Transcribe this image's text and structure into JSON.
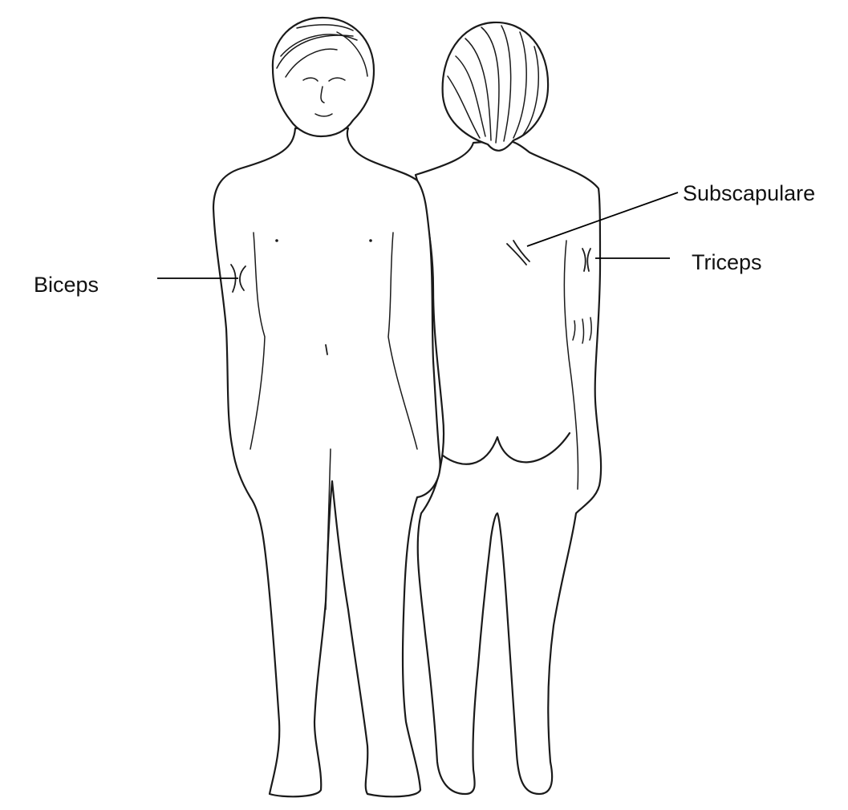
{
  "figure": {
    "labels": {
      "biceps": "Biceps",
      "triceps": "Triceps",
      "subscapulare": "Subscapulare"
    },
    "views": [
      "front-view",
      "back-view"
    ],
    "colors": {
      "background": "#ffffff",
      "line": "#1a1a1a",
      "label_text": "#111111"
    }
  }
}
